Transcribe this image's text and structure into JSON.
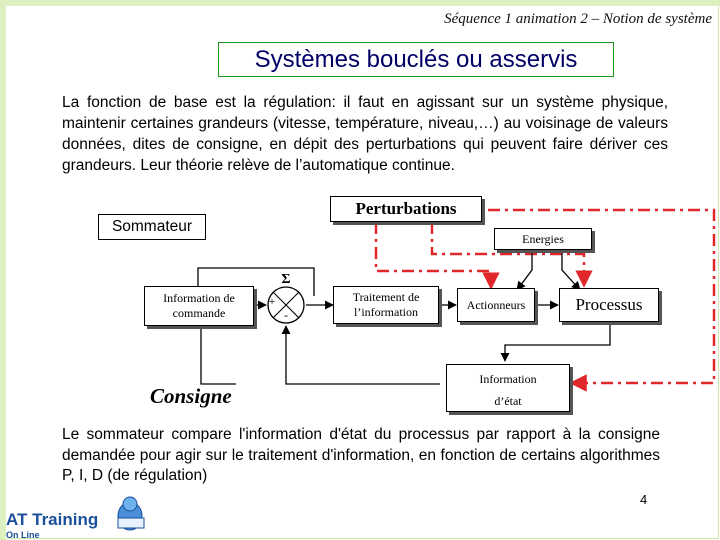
{
  "header": "Séquence 1 animation 2 – Notion de système",
  "title": "Systèmes bouclés ou asservis",
  "intro": "La fonction de base est la régulation: il faut en agissant sur un système physique, maintenir certaines grandeurs (vitesse, température, niveau,…) au voisinage de valeurs données, dites de consigne, en dépit des perturbations qui peuvent faire dériver ces grandeurs. Leur théorie relève de l’automatique continue.",
  "diagram": {
    "perturbations": "Perturbations",
    "sommateur": "Sommateur",
    "energies": "Energies",
    "sigma": "Σ",
    "plus": "+",
    "minus": "-",
    "info_commande": "Information de commande",
    "traitement": "Traitement de l’information",
    "actionneurs": "Actionneurs",
    "processus": "Processus",
    "information": "Information",
    "detat": "d’état",
    "consigne": "Consigne"
  },
  "outro": "Le sommateur compare l'information d'état du processus par rapport à la consigne demandée pour agir sur le traitement d'information, en fonction de certains algorithmes P, I, D (de régulation)",
  "page_number": "4",
  "logo": {
    "name": "AT Training",
    "sub": "On Line"
  },
  "colors": {
    "dashed_line": "#e0282a",
    "frame": "#1a9a1a",
    "title_text": "#000066"
  }
}
